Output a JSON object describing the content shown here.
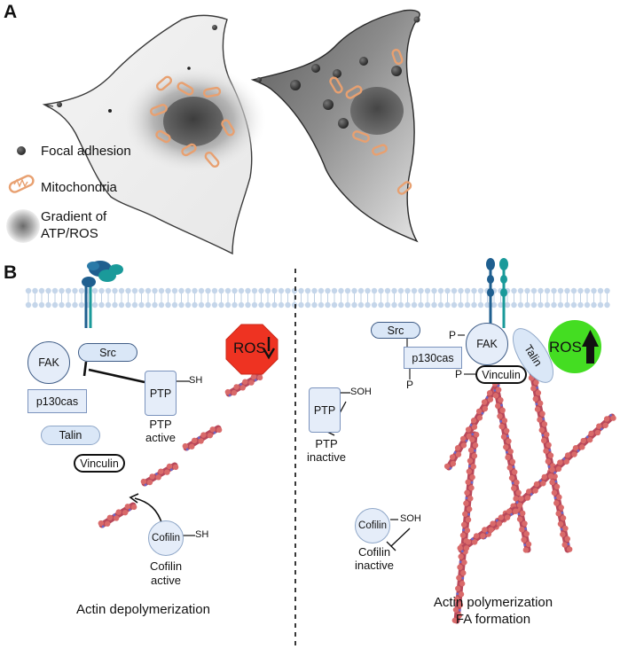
{
  "panels": {
    "a": "A",
    "b": "B"
  },
  "legend": {
    "focal_adhesion": "Focal adhesion",
    "mitochondria": "Mitochondria",
    "gradient_line1": "Gradient of",
    "gradient_line2": "ATP/ROS"
  },
  "left": {
    "fak": "FAK",
    "src": "Src",
    "p130cas": "p130cas",
    "talin": "Talin",
    "vinculin": "Vinculin",
    "ptp": "PTP",
    "ptp_group": "SH",
    "ptp_state": "PTP",
    "ptp_state2": "active",
    "ros": "ROS",
    "cofilin": "Cofilin",
    "cofilin_group": "SH",
    "cofilin_state": "Cofilin",
    "cofilin_state2": "active",
    "caption": "Actin depolymerization"
  },
  "right": {
    "src": "Src",
    "fak": "FAK",
    "p130cas": "p130cas",
    "vinculin": "Vinculin",
    "talin": "Talin",
    "ros": "ROS",
    "phospho": "P",
    "ptp": "PTP",
    "ptp_group": "SOH",
    "ptp_state": "PTP",
    "ptp_state2": "inactive",
    "cofilin": "Cofilin",
    "cofilin_group": "SOH",
    "cofilin_state": "Cofilin",
    "cofilin_state2": "inactive",
    "caption_line1": "Actin polymerization",
    "caption_line2": "FA formation"
  },
  "colors": {
    "ros_low": "#ee3322",
    "ros_high": "#44dd22",
    "protein_fill": "#e5edf9",
    "protein_border": "#3f5c86",
    "mito": "#e8a070",
    "actin": "#d96a6a",
    "integrin_dark": "#1f5f8f",
    "integrin_teal": "#1a9a9a"
  }
}
